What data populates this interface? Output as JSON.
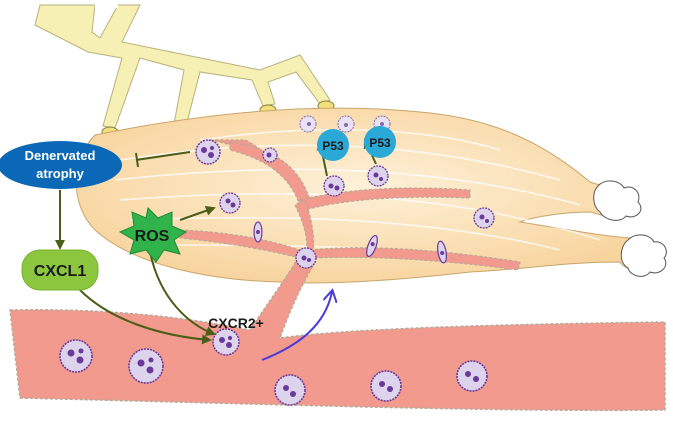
{
  "labels": {
    "denervated_atrophy_line1": "Denervated",
    "denervated_atrophy_line2": "atrophy",
    "cxcl1": "CXCL1",
    "ros": "ROS",
    "cxcr2": "CXCR2+",
    "p53_left": "P53",
    "p53_right": "P53"
  },
  "colors": {
    "nerve": "#f6f0b4",
    "muscle": "#fbe3b5",
    "vessel": "#f19a8d",
    "vessel_edge": "#b7a898",
    "denervated_fill": "#0b68b7",
    "cxcl1_fill": "#8cc63f",
    "ros_fill": "#2fb34a",
    "p53_fill": "#2aa9d6",
    "arrow_green": "#4a5e19",
    "arrow_blue": "#4b3bd8",
    "cell_fill": "#ddd3ec",
    "cell_nucleus": "#6a3a9a"
  },
  "icons": {
    "immune_cell": "neutrophil-cell-icon",
    "tendon": "tendon-end-icon"
  }
}
